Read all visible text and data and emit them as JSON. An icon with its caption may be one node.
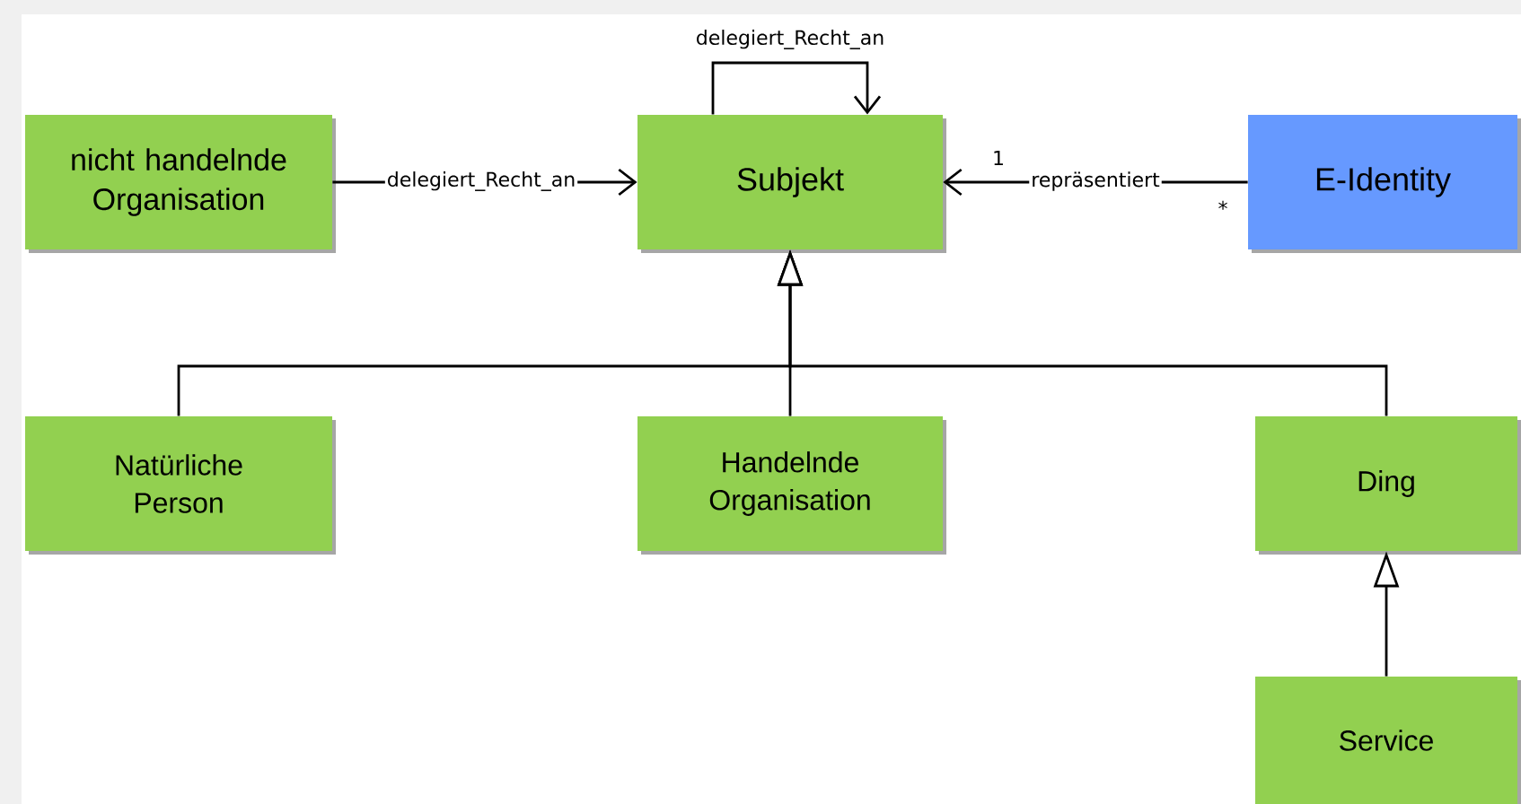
{
  "diagram": {
    "nodes": [
      {
        "text": [
          "nicht handelnde Organisation"
        ]
      },
      {
        "text": [
          "Subjekt"
        ]
      },
      {
        "text": [
          "E-Identity"
        ]
      },
      {
        "text": [
          "Natürliche Person"
        ]
      },
      {
        "text": [
          "Handelnde Organisation"
        ]
      },
      {
        "text": [
          "Ding"
        ]
      },
      {
        "text": [
          "Service"
        ]
      }
    ],
    "edges": [
      {
        "from": 0,
        "to": 1,
        "arrow": "to",
        "label": "delegiert_Recht_an"
      },
      {
        "from": 1,
        "to": 1,
        "arrow": "to",
        "label": "delegiert_Recht_an"
      },
      {
        "from": 2,
        "to": 1,
        "arrow": "to",
        "label": "repräsentiert"
      },
      {
        "from": 3,
        "to": 1,
        "arrow": "to"
      },
      {
        "from": 4,
        "to": 1,
        "arrow": "to"
      },
      {
        "from": 5,
        "to": 1,
        "arrow": "to"
      },
      {
        "from": 6,
        "to": 5,
        "arrow": "to"
      }
    ],
    "labels": [
      "1",
      "*"
    ]
  }
}
